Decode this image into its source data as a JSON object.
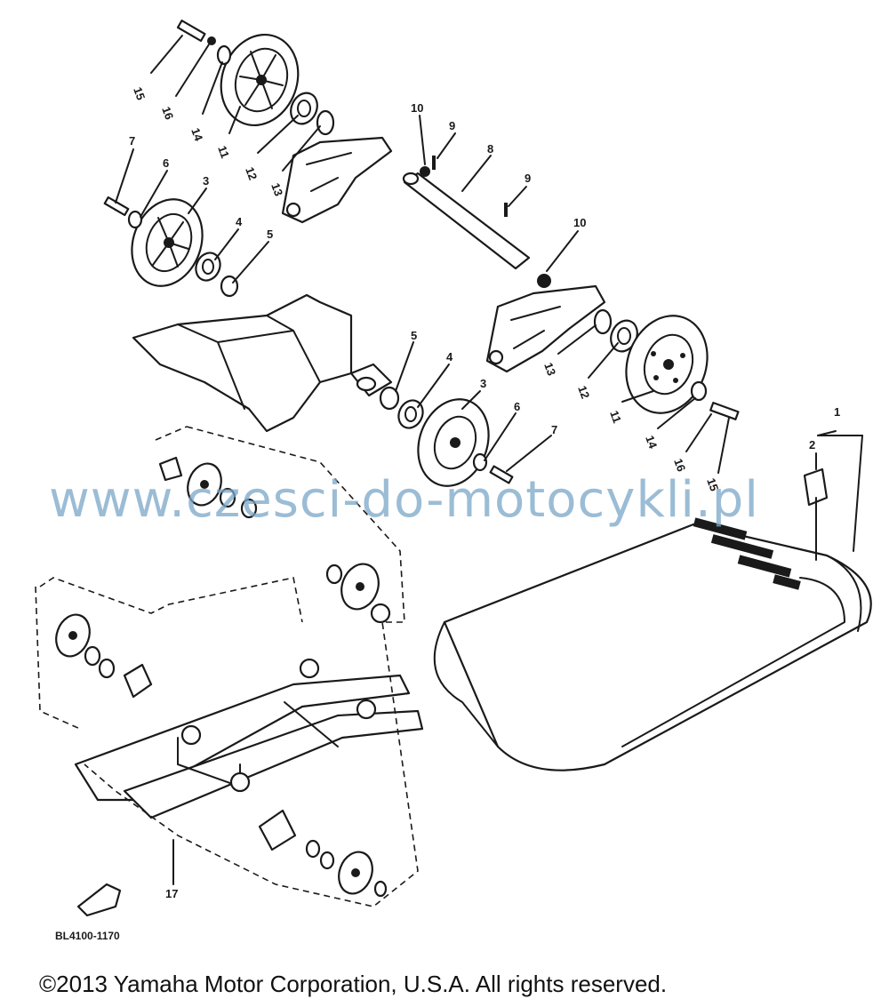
{
  "diagram": {
    "watermark": "www.czesci-do-motocykli.pl",
    "catalog_code": "BL4100-1170",
    "copyright": "©2013 Yamaha Motor Corporation, U.S.A. All rights reserved.",
    "callouts": [
      {
        "id": "c15a",
        "label": "15"
      },
      {
        "id": "c16a",
        "label": "16"
      },
      {
        "id": "c14a",
        "label": "14"
      },
      {
        "id": "c11a",
        "label": "11"
      },
      {
        "id": "c12a",
        "label": "12"
      },
      {
        "id": "c13a",
        "label": "13"
      },
      {
        "id": "c10a",
        "label": "10"
      },
      {
        "id": "c9a",
        "label": "9"
      },
      {
        "id": "c8",
        "label": "8"
      },
      {
        "id": "c9b",
        "label": "9"
      },
      {
        "id": "c7a",
        "label": "7"
      },
      {
        "id": "c6a",
        "label": "6"
      },
      {
        "id": "c3a",
        "label": "3"
      },
      {
        "id": "c4a",
        "label": "4"
      },
      {
        "id": "c5a",
        "label": "5"
      },
      {
        "id": "c10b",
        "label": "10"
      },
      {
        "id": "c5b",
        "label": "5"
      },
      {
        "id": "c4b",
        "label": "4"
      },
      {
        "id": "c3b",
        "label": "3"
      },
      {
        "id": "c6b",
        "label": "6"
      },
      {
        "id": "c7b",
        "label": "7"
      },
      {
        "id": "c13b",
        "label": "13"
      },
      {
        "id": "c12b",
        "label": "12"
      },
      {
        "id": "c11b",
        "label": "11"
      },
      {
        "id": "c14b",
        "label": "14"
      },
      {
        "id": "c16b",
        "label": "16"
      },
      {
        "id": "c15b",
        "label": "15"
      },
      {
        "id": "c1",
        "label": "1"
      },
      {
        "id": "c2",
        "label": "2"
      },
      {
        "id": "c17",
        "label": "17"
      }
    ]
  }
}
